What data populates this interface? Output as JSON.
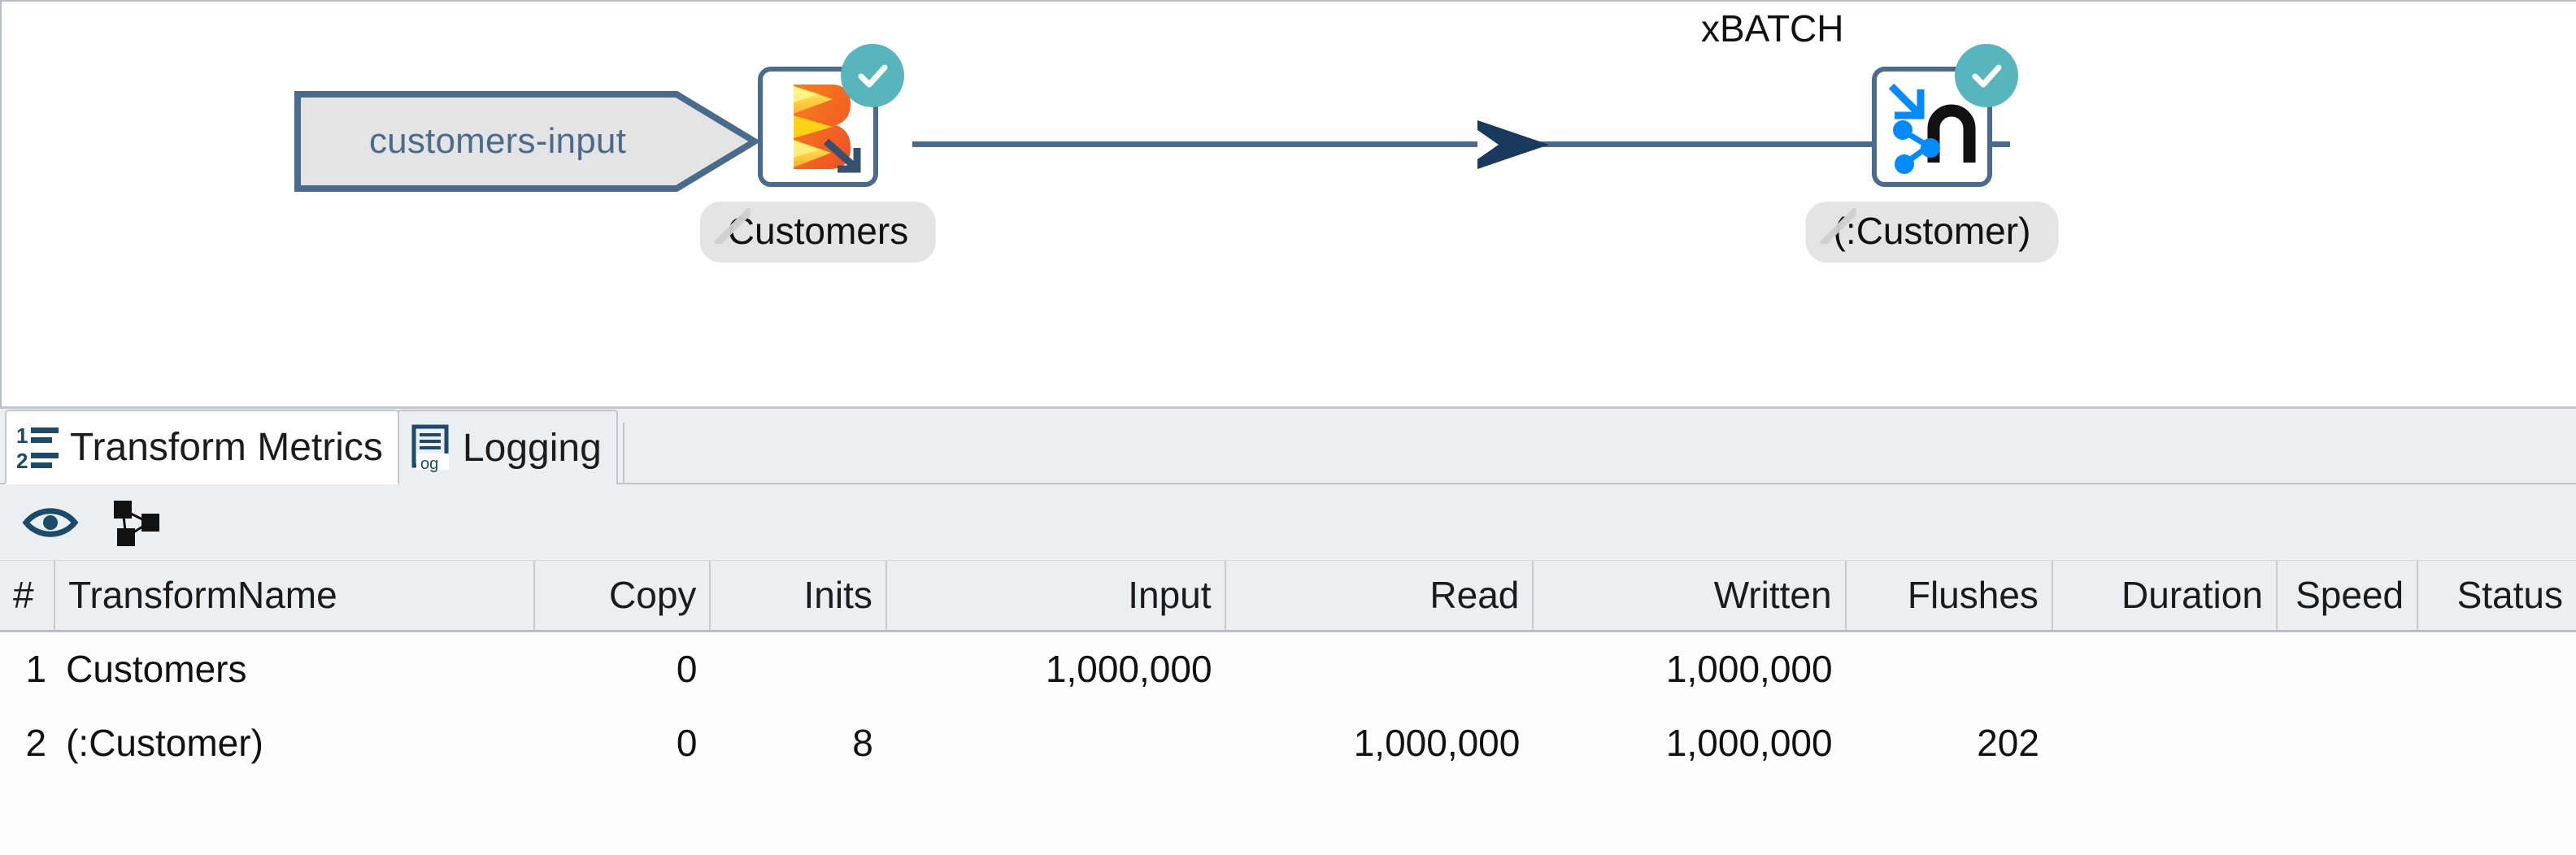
{
  "canvas": {
    "input_stream": {
      "label": "customers-input",
      "icon": "stream-arrow-shape"
    },
    "nodes": [
      {
        "id": "customers",
        "caption": "",
        "name": "Customers",
        "icon": "apache-beam-icon",
        "status_icon": "check-circle-icon"
      },
      {
        "id": "customer-output",
        "caption": "xBATCH",
        "name": "(:Customer)",
        "icon": "neo4j-import-icon",
        "status_icon": "check-circle-icon"
      }
    ],
    "hop": {
      "icon": "arrow-right-icon"
    }
  },
  "tabs": [
    {
      "label": "Transform Metrics",
      "icon": "ordered-list-icon",
      "active": true
    },
    {
      "label": "Logging",
      "icon": "log-document-icon",
      "active": false
    }
  ],
  "toolbar": [
    {
      "name": "preview",
      "icon": "eye-icon",
      "label": ""
    },
    {
      "name": "show-graph",
      "icon": "graph-network-icon",
      "label": ""
    }
  ],
  "table": {
    "columns": [
      {
        "key": "idx",
        "label": "#",
        "align": "right"
      },
      {
        "key": "name",
        "label": "TransformName",
        "align": "left"
      },
      {
        "key": "copy",
        "label": "Copy",
        "align": "right"
      },
      {
        "key": "inits",
        "label": "Inits",
        "align": "right"
      },
      {
        "key": "input",
        "label": "Input",
        "align": "right"
      },
      {
        "key": "read",
        "label": "Read",
        "align": "right"
      },
      {
        "key": "written",
        "label": "Written",
        "align": "right"
      },
      {
        "key": "flushes",
        "label": "Flushes",
        "align": "right"
      },
      {
        "key": "duration",
        "label": "Duration",
        "align": "right"
      },
      {
        "key": "speed",
        "label": "Speed",
        "align": "right"
      },
      {
        "key": "status",
        "label": "Status",
        "align": "right"
      }
    ],
    "rows": [
      {
        "idx": "1",
        "name": "Customers",
        "copy": "0",
        "inits": "",
        "input": "1,000,000",
        "read": "",
        "written": "1,000,000",
        "flushes": "",
        "duration": "",
        "speed": "",
        "status": ""
      },
      {
        "idx": "2",
        "name": "(:Customer)",
        "copy": "0",
        "inits": "8",
        "input": "",
        "read": "1,000,000",
        "written": "1,000,000",
        "flushes": "202",
        "duration": "",
        "speed": "",
        "status": ""
      }
    ]
  },
  "colors": {
    "hop": "#4a6c8c",
    "arrow": "#193a5c",
    "check": "#57b6bd",
    "node_border": "#4a6c8c",
    "panel": "#eceff1",
    "label_pill": "#e4e4e4",
    "beam_orange": "#f26722",
    "beam_yellow": "#fcd116",
    "neo4j_blue": "#018bff"
  }
}
